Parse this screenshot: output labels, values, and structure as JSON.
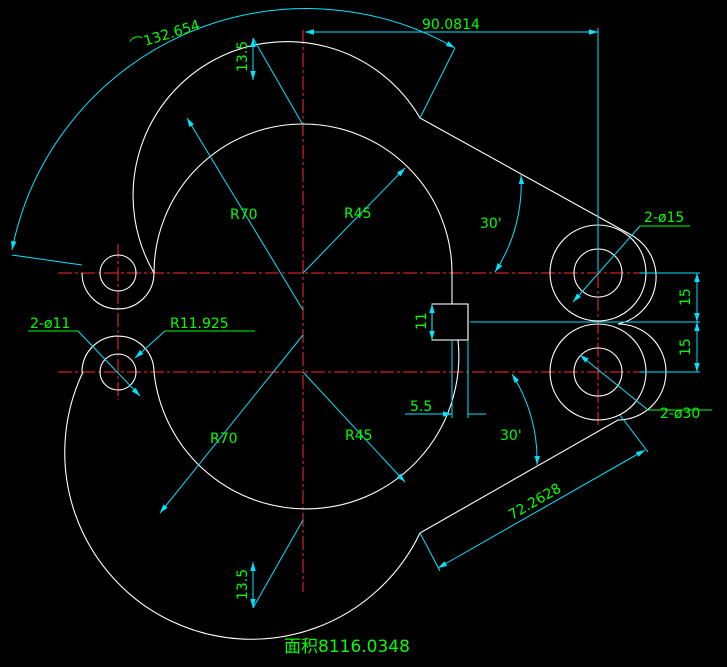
{
  "drawing": {
    "arc_length_label": "⌒132.654",
    "labels": {
      "d_top_offset": "13.5",
      "d_width": "90.0814",
      "d_r70_top": "R70",
      "d_r45_top": "R45",
      "d_angle_top": "30'",
      "d_hole15": "2-ø15",
      "d_v15_top": "15",
      "d_v15_bottom": "15",
      "d_hole11": "2-ø11",
      "d_r11925": "R11.925",
      "d_slot11": "11",
      "d_slot55": "5.5",
      "d_hole30": "2-ø30",
      "d_angle_bottom": "30'",
      "d_r70_bottom": "R70",
      "d_r45_bottom": "R45",
      "d_len72": "72.2628",
      "d_bottom_offset": "13.5"
    },
    "area_label": "面积8116.0348",
    "colors": {
      "background": "#000000",
      "geometry": "#ffffff",
      "centerline": "#ff2a2a",
      "dimension": "#00e5ff",
      "text": "#00ff00"
    }
  }
}
